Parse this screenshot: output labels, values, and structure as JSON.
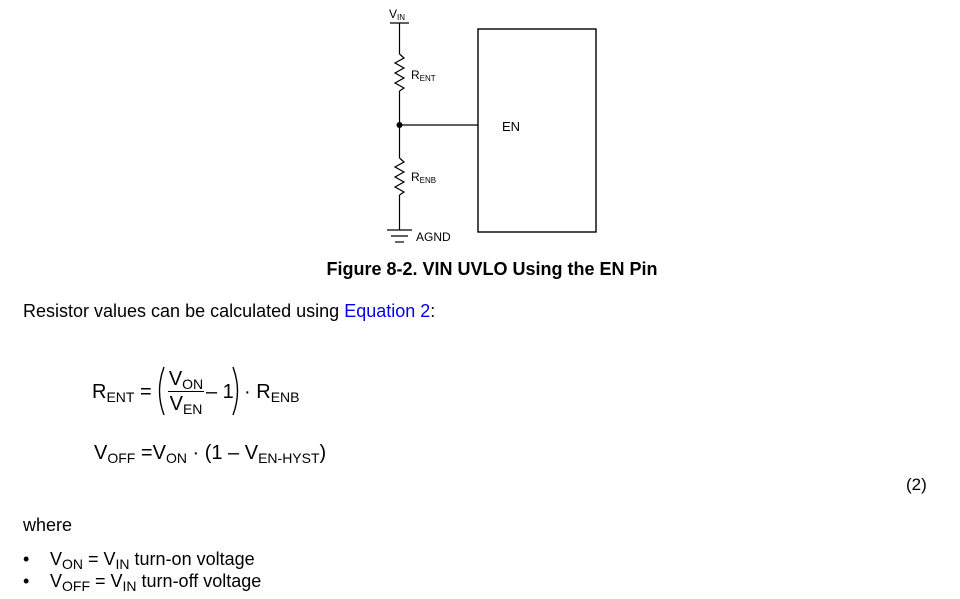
{
  "figure": {
    "labels": {
      "vin_main": "V",
      "vin_sub": "IN",
      "rent_main": "R",
      "rent_sub": "ENT",
      "renb_main": "R",
      "renb_sub": "ENB",
      "agnd": "AGND",
      "en_pin": "EN"
    },
    "caption": "Figure 8-2. VIN UVLO Using the EN Pin"
  },
  "body": {
    "intro_prefix": "Resistor values can be calculated using ",
    "intro_link": "Equation 2",
    "intro_suffix": ":",
    "where": "where"
  },
  "equation": {
    "eq1": {
      "lhs_main": "R",
      "lhs_sub": "ENT",
      "equals": "=",
      "num_main": "V",
      "num_sub": "ON",
      "den_main": "V",
      "den_sub": "EN",
      "minus_one": "– 1",
      "dot": "·",
      "rhs_main": "R",
      "rhs_sub": "ENB"
    },
    "eq2": {
      "lhs_main": "V",
      "lhs_sub": "OFF",
      "equals": "=",
      "von_main": "V",
      "von_sub": "ON",
      "middle": " · (1 – ",
      "hyst_main": "V",
      "hyst_sub": "EN-HYST",
      "close": ")"
    },
    "number": "(2)"
  },
  "bullets": [
    {
      "bullet": "•",
      "a_main": "V",
      "a_sub": "ON",
      "eq": " = ",
      "b_main": "V",
      "b_sub": "IN",
      "rest": " turn-on voltage"
    },
    {
      "bullet": "•",
      "a_main": "V",
      "a_sub": "OFF",
      "eq": " = ",
      "b_main": "V",
      "b_sub": "IN",
      "rest": " turn-off voltage"
    }
  ]
}
